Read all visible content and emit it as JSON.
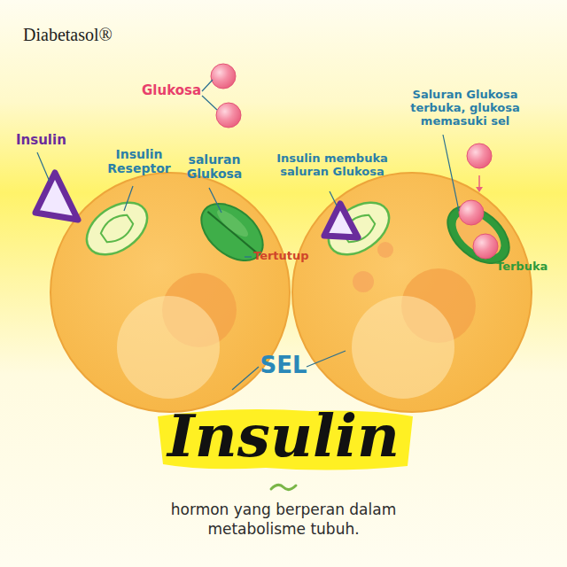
{
  "diagram": {
    "title": "Insulin",
    "caption": "hormon yang berperan dalam metabolisme tubuh.",
    "labels": [
      "Diabetasol®",
      "Glukosa",
      "Insulin",
      "Insulin Reseptor",
      "saluran Glukosa",
      "Tertutup",
      "Insulin membuka saluran Glukosa",
      "Saluran Glukosa terbuka, glukosa memasuki sel",
      "Terbuka",
      "SEL"
    ]
  }
}
